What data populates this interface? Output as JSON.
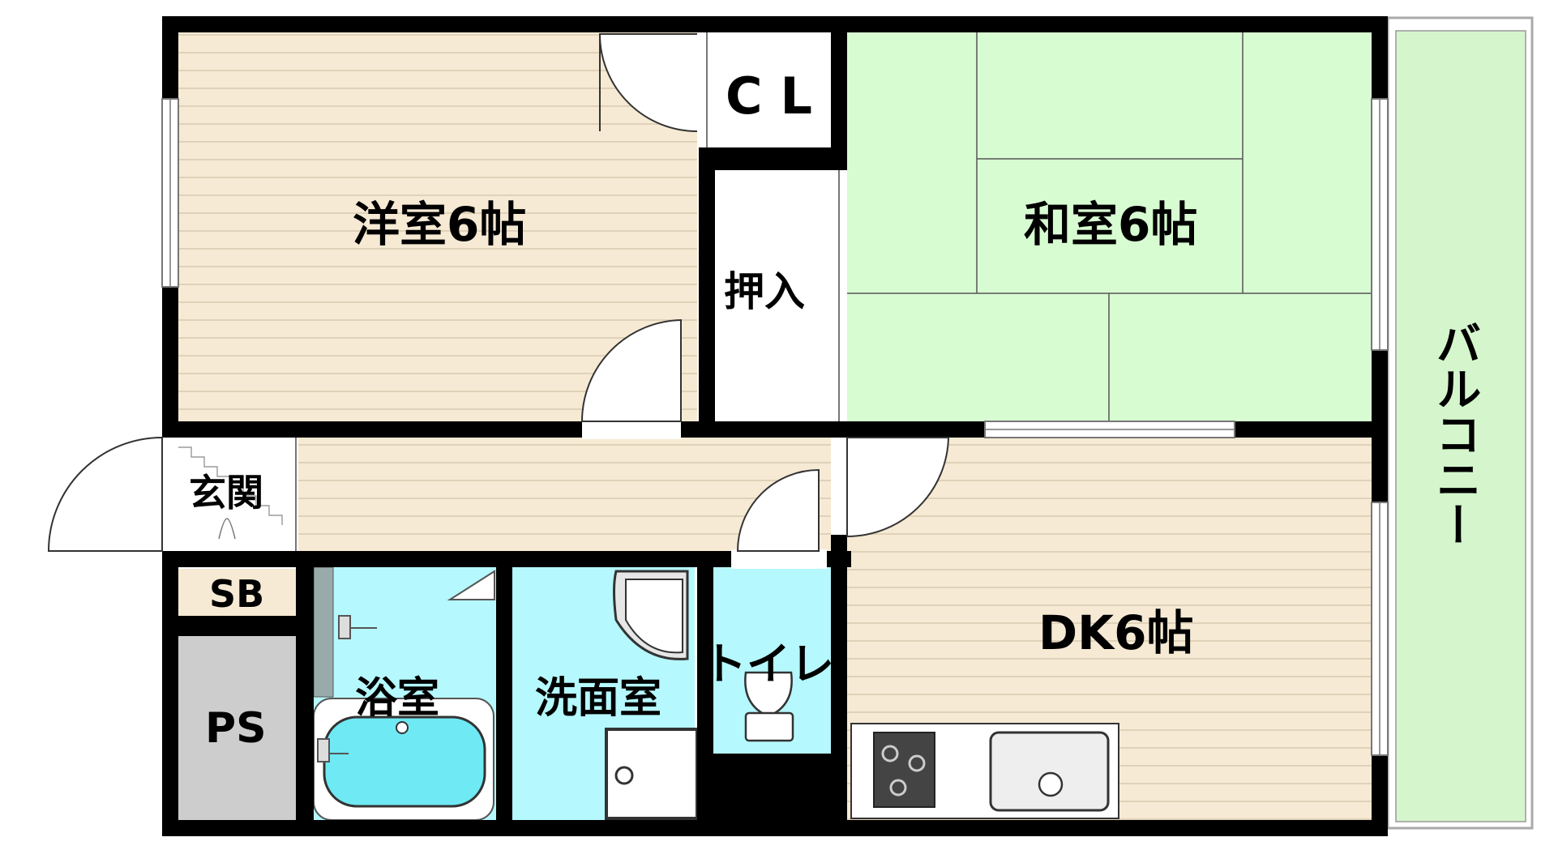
{
  "floor_plan": {
    "rooms": {
      "western_room": "洋室6帖",
      "japanese_room": "和室6帖",
      "dining_kitchen": "DK6帖",
      "closet": "CL",
      "oshiire": "押入",
      "entrance": "玄関",
      "shoe_box": "SB",
      "pipe_space": "PS",
      "bathroom": "浴室",
      "washroom": "洗面室",
      "toilet": "トイレ",
      "balcony": "バルコニー"
    },
    "colors": {
      "wall": "#000000",
      "wood_floor": "#f6ead4",
      "wood_line": "#d9cbb0",
      "tatami": "#d8fcd2",
      "wet_area": "#b5f8fd",
      "bathtub": "#6fe9f4",
      "balcony": "#d5f6cd",
      "pipe_space": "#cdcdcd",
      "cl_background": "#ffffff"
    }
  }
}
